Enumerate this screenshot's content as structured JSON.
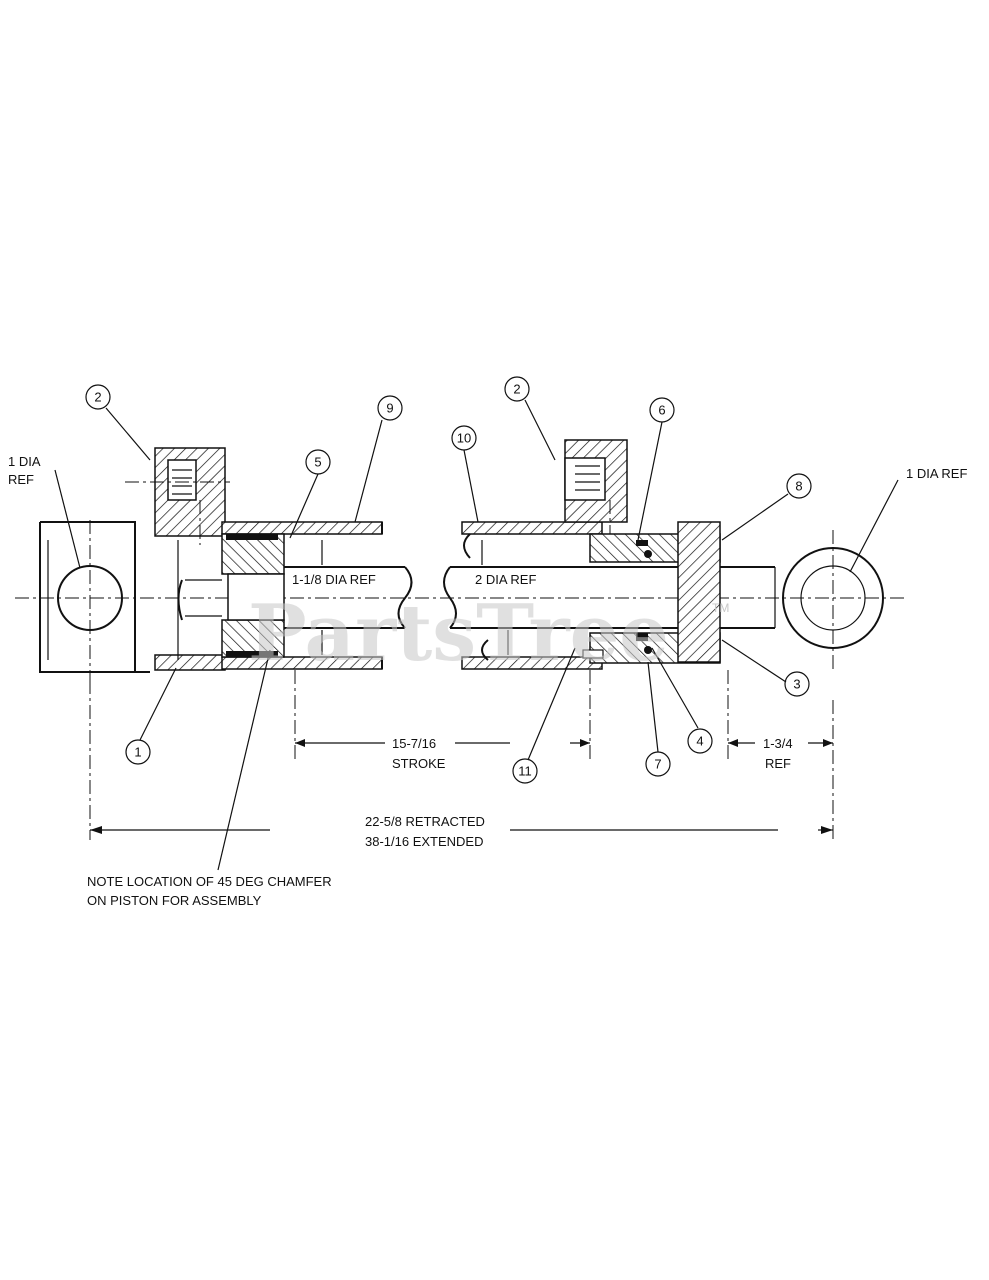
{
  "watermark": {
    "text": "PartsTree",
    "trademark": "TM"
  },
  "dimensions": {
    "left_dia": [
      "1 DIA",
      "REF"
    ],
    "right_dia": "1 DIA REF",
    "rod_dia": "1-1/8 DIA REF",
    "tube_dia": "2 DIA REF",
    "stroke": [
      "15-7/16",
      "STROKE"
    ],
    "end_ref": [
      "1-3/4",
      "REF"
    ],
    "overall": [
      "22-5/8 RETRACTED",
      "38-1/16 EXTENDED"
    ]
  },
  "note": [
    "NOTE LOCATION OF 45 DEG CHAMFER",
    "ON PISTON FOR ASSEMBLY"
  ],
  "callouts": {
    "c1": "1",
    "c2a": "2",
    "c2b": "2",
    "c3": "3",
    "c4": "4",
    "c5": "5",
    "c6": "6",
    "c7": "7",
    "c8": "8",
    "c9": "9",
    "c10": "10",
    "c11": "11"
  }
}
